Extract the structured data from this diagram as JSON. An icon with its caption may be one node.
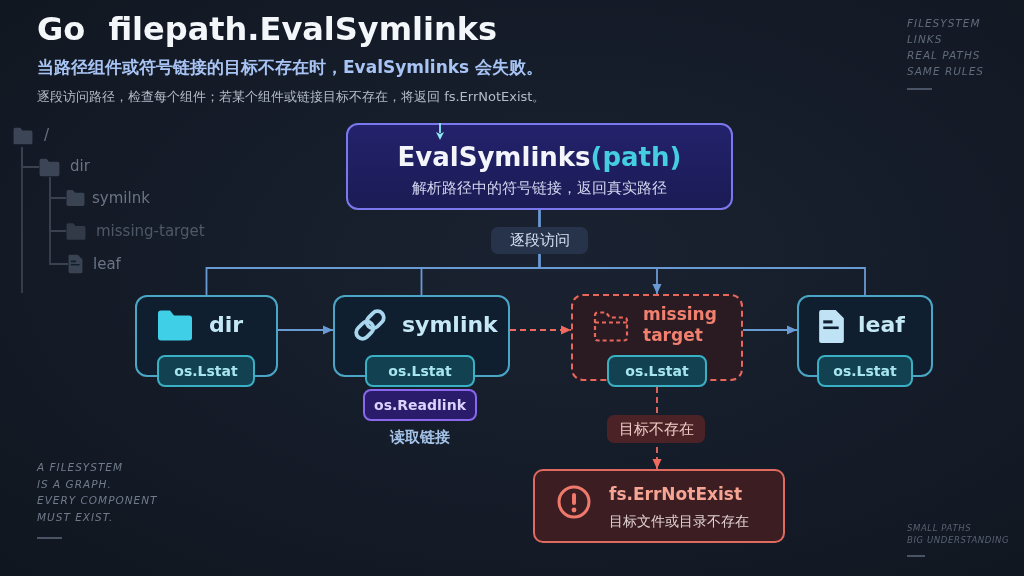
{
  "diagram": {
    "title": "Go filepath.EvalSymlinks",
    "nodes": [
      {
        "text": [
          "/"
        ]
      },
      {
        "text": [
          "dir"
        ]
      },
      {
        "text": [
          "symilnk"
        ]
      },
      {
        "text": [
          "missing-target"
        ]
      },
      {
        "text": [
          "leaf"
        ]
      },
      {
        "text": [
          "EvalSymlinks(path)",
          "解析路径中的符号链接，返回真实路径"
        ]
      },
      {
        "text": [
          "dir"
        ]
      },
      {
        "text": [
          "os.Lstat"
        ]
      },
      {
        "text": [
          "symlink"
        ]
      },
      {
        "text": [
          "os.Lstat"
        ]
      },
      {
        "text": [
          "os.Readlink"
        ],
        "beside": [
          "读取链接"
        ]
      },
      {
        "text": [
          "missing target"
        ]
      },
      {
        "text": [
          "os.Lstat"
        ]
      },
      {
        "text": [
          "leaf"
        ]
      },
      {
        "text": [
          "os.Lstat"
        ]
      },
      {
        "text": [
          "fs.ErrNotExist",
          "目标文件或目录不存在"
        ]
      }
    ],
    "edges": [
      {
        "from": 5,
        "to": 6,
        "arrow": "none",
        "label": "逐段访问"
      },
      {
        "from": 5,
        "to": 8,
        "arrow": "none"
      },
      {
        "from": 5,
        "to": 11,
        "arrow": "to"
      },
      {
        "from": 5,
        "to": 13,
        "arrow": "none"
      },
      {
        "from": 6,
        "to": 8,
        "arrow": "to"
      },
      {
        "from": 8,
        "to": 11,
        "arrow": "to",
        "style": "dashed",
        "color": "#ee6b60"
      },
      {
        "from": 11,
        "to": 13,
        "arrow": "to"
      },
      {
        "from": 12,
        "to": 15,
        "arrow": "to",
        "style": "dashed",
        "color": "#ee6b60",
        "label": "目标不存在"
      },
      {
        "from": 0,
        "to": 1,
        "arrow": "none",
        "color": "#3a4250"
      },
      {
        "from": 0,
        "to": null,
        "arrow": "none",
        "color": "#3a4250"
      },
      {
        "from": 1,
        "to": 2,
        "arrow": "none",
        "color": "#3a4250"
      },
      {
        "from": 1,
        "to": 3,
        "arrow": "none",
        "color": "#3a4250"
      },
      {
        "from": 1,
        "to": 4,
        "arrow": "none",
        "color": "#3a4250"
      }
    ],
    "labels": [
      "当路径组件或符号链接的目标不存在时，EvalSymlinks 会失败。",
      "逐段访问路径，检查每个组件；若某个组件或链接目标不存在，将返回 fs.ErrNotExist。",
      "FILESYSTEM",
      "LINKS",
      "REAL PATHS",
      "SAME RULES",
      "A FILESYSTEM IS A GRAPH.",
      "EVERY COMPONENT MUST EXIST.",
      "SMALL PATHS",
      "BIG UNDERSTANDING"
    ]
  }
}
